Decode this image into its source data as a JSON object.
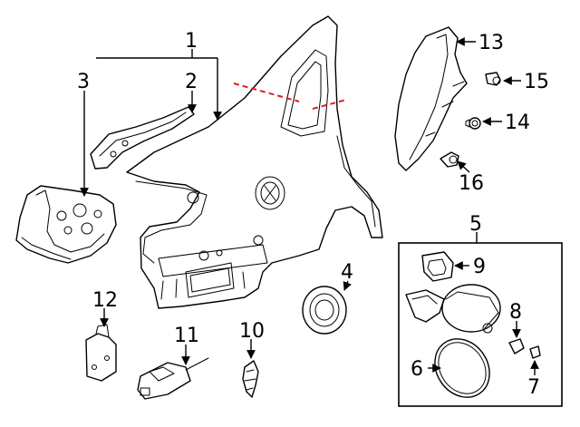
{
  "diagram": {
    "callouts": [
      {
        "id": "1",
        "label": "1"
      },
      {
        "id": "2",
        "label": "2"
      },
      {
        "id": "3",
        "label": "3"
      },
      {
        "id": "4",
        "label": "4"
      },
      {
        "id": "5",
        "label": "5"
      },
      {
        "id": "6",
        "label": "6"
      },
      {
        "id": "7",
        "label": "7"
      },
      {
        "id": "8",
        "label": "8"
      },
      {
        "id": "9",
        "label": "9"
      },
      {
        "id": "10",
        "label": "10"
      },
      {
        "id": "11",
        "label": "11"
      },
      {
        "id": "12",
        "label": "12"
      },
      {
        "id": "13",
        "label": "13"
      },
      {
        "id": "14",
        "label": "14"
      },
      {
        "id": "15",
        "label": "15"
      },
      {
        "id": "16",
        "label": "16"
      }
    ],
    "colors": {
      "line": "#000000",
      "cut_line": "#e02020",
      "background": "#ffffff"
    }
  }
}
